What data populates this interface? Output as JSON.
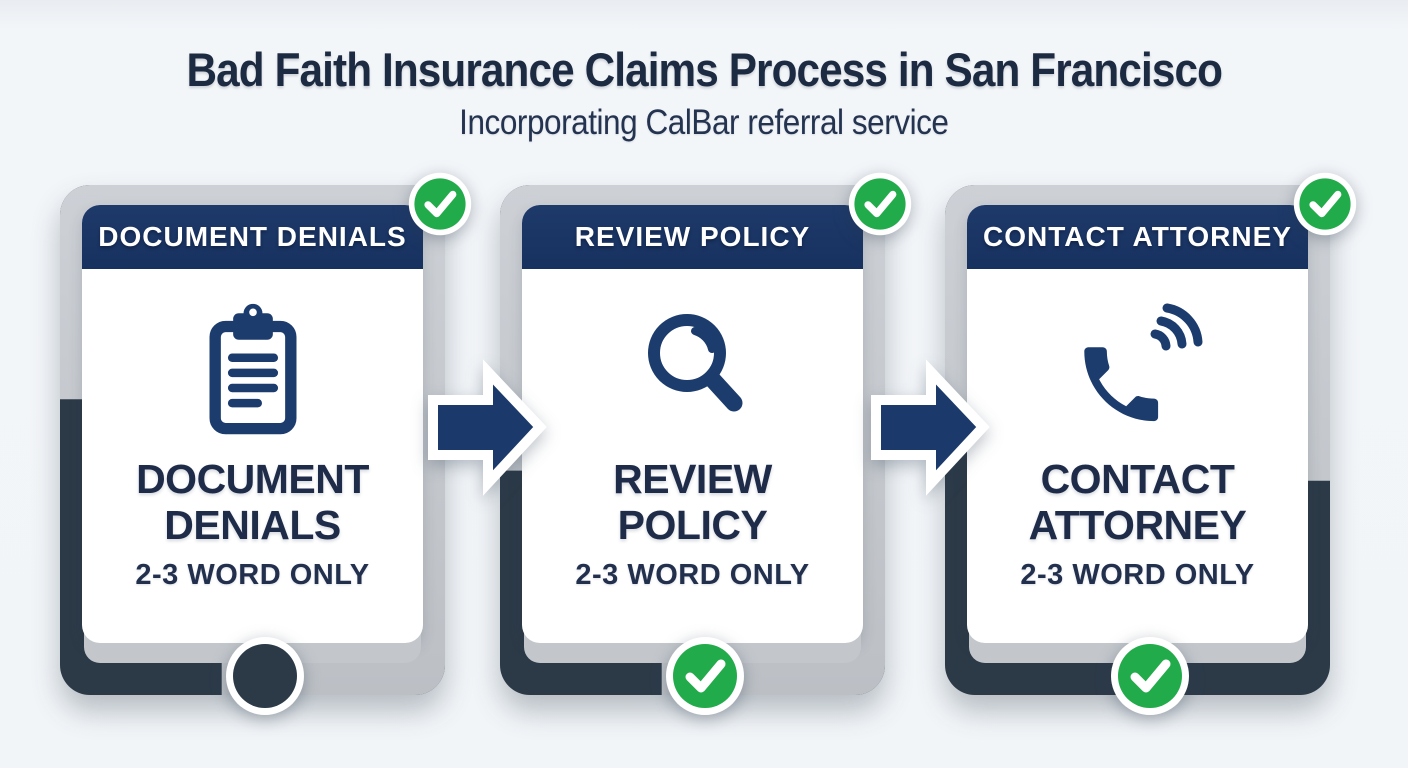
{
  "header": {
    "title": "Bad Faith Insurance Claims Process in San Francisco",
    "subtitle": "Incorporating CalBar referral service"
  },
  "steps": [
    {
      "header_label": "DOCUMENT DENIALS",
      "icon": "clipboard-icon",
      "title": "DOCUMENT DENIALS",
      "tagline": "2-3 WORD ONLY",
      "top_badge": "green-check",
      "bottom_badge": "dark-circle"
    },
    {
      "header_label": "REVIEW POLICY",
      "icon": "magnifier-icon",
      "title": "REVIEW POLICY",
      "tagline": "2-3 WORD ONLY",
      "top_badge": "green-check",
      "bottom_badge": "green-check"
    },
    {
      "header_label": "CONTACT ATTORNEY",
      "icon": "phone-icon",
      "title": "CONTACT ATTORNEY",
      "tagline": "2-3 WORD ONLY",
      "top_badge": "green-check",
      "bottom_badge": "green-check"
    }
  ],
  "connectors": [
    {
      "type": "arrow-right",
      "from": "DOCUMENT DENIALS",
      "to": "REVIEW POLICY"
    },
    {
      "type": "arrow-right",
      "from": "REVIEW POLICY",
      "to": "CONTACT ATTORNEY"
    }
  ],
  "colors": {
    "background": "#f2f5f8",
    "navy_header": "#1b3563",
    "navy_icon": "#1c3c6e",
    "text_dark_navy": "#1f2c49",
    "green_check": "#22ab4a",
    "frame_gray": "#c6cacf",
    "frame_dark_slate": "#2c3a48",
    "card_white": "#ffffff"
  }
}
